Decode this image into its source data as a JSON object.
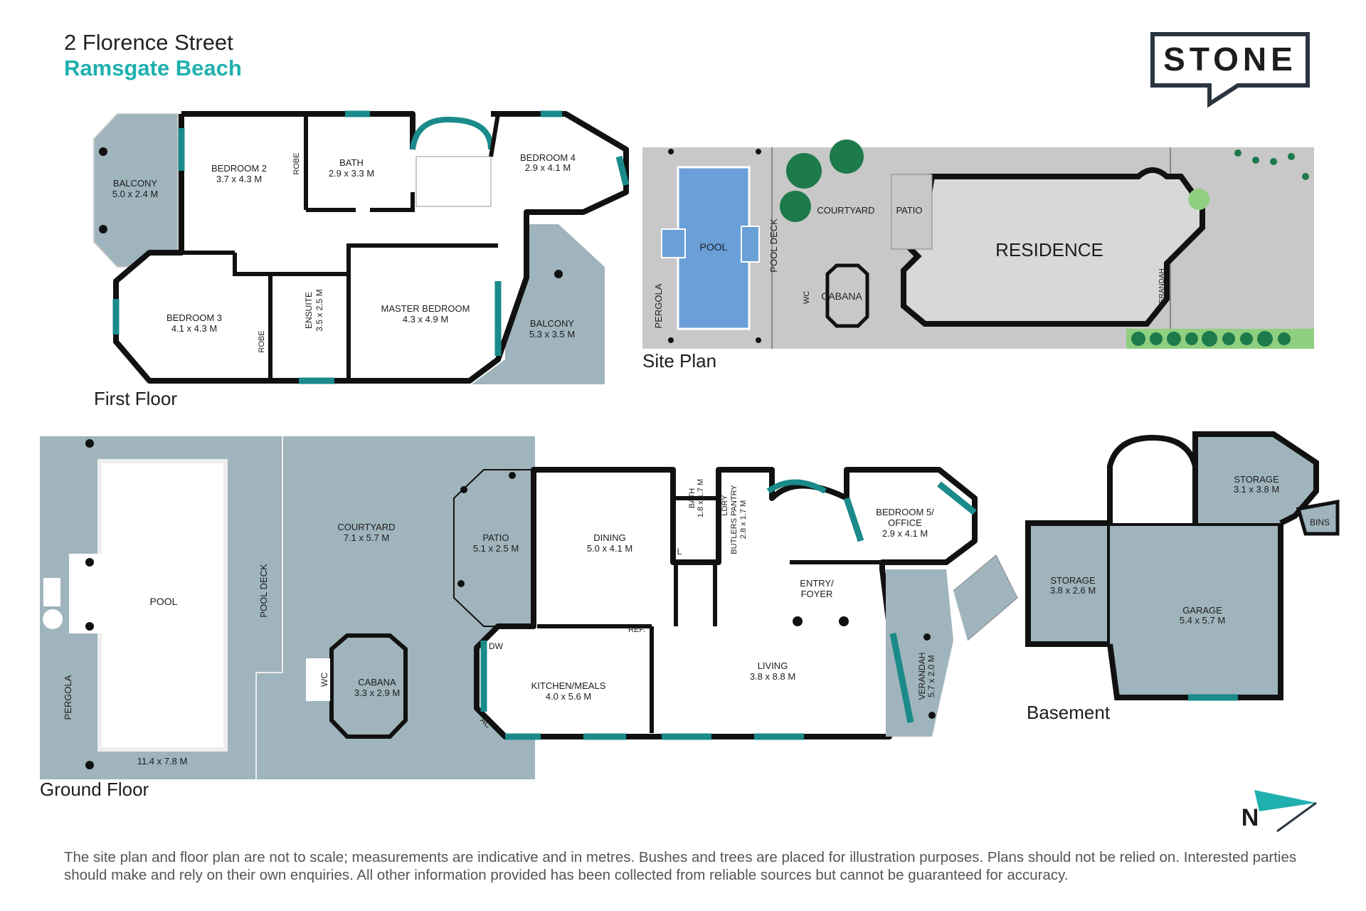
{
  "header": {
    "address_line1": "2 Florence Street",
    "address_line2": "Ramsgate Beach"
  },
  "logo": {
    "text": "STONE"
  },
  "north": {
    "label": "N"
  },
  "colors": {
    "room": "#9fb4bc",
    "teal": "#1a8a8a",
    "wall": "#111111",
    "accent": "#1fb0b0",
    "pool": "#6a9fd8",
    "site_bg": "#c8c8c8",
    "garden": "#8fcf7f",
    "tree": "#1d7a4a"
  },
  "sections": {
    "first_floor": "First Floor",
    "site_plan": "Site Plan",
    "ground_floor": "Ground  Floor",
    "basement": "Basement"
  },
  "first_floor": {
    "balcony_w": {
      "name": "BALCONY",
      "dims": "5.0 x 2.4 M"
    },
    "bedroom2": {
      "name": "BEDROOM 2",
      "dims": "3.7 x 4.3 M"
    },
    "robe1": "ROBE",
    "bath": {
      "name": "BATH",
      "dims": "2.9 x 3.3 M"
    },
    "bedroom4": {
      "name": "BEDROOM 4",
      "dims": "2.9 x 4.1 M"
    },
    "bedroom3": {
      "name": "BEDROOM 3",
      "dims": "4.1 x 4.3 M"
    },
    "robe2": "ROBE",
    "ensuite": {
      "name": "ENSUITE",
      "dims": "3.5 x 2.5 M"
    },
    "master": {
      "name": "MASTER BEDROOM",
      "dims": "4.3 x 4.9 M"
    },
    "balcony_e": {
      "name": "BALCONY",
      "dims": "5.3 x 3.5 M"
    }
  },
  "site_plan": {
    "pool": "POOL",
    "pool_deck": "POOL DECK",
    "pergola": "PERGOLA",
    "courtyard": "COURTYARD",
    "patio": "PATIO",
    "residence": "RESIDENCE",
    "wc": "WC",
    "cabana": "CABANA",
    "verandah": "VERANDAH"
  },
  "ground_floor": {
    "pool": "POOL",
    "pool_dims": "11.4 x 7.8 M",
    "pool_deck": "POOL DECK",
    "pergola": "PERGOLA",
    "courtyard": {
      "name": "COURTYARD",
      "dims": "7.1 x 5.7 M"
    },
    "wc": "WC",
    "cabana": {
      "name": "CABANA",
      "dims": "3.3 x 2.9 M"
    },
    "patio": {
      "name": "PATIO",
      "dims": "5.1 x 2.5 M"
    },
    "dining": {
      "name": "DINING",
      "dims": "5.0 x 4.1 M"
    },
    "bath": {
      "name": "BATH",
      "dims": "1.8 x 1.7 M"
    },
    "laundry": "L",
    "ldry_butlers": {
      "name1": "LDRY",
      "name2": "BUTLERS PANTRY",
      "dims": "2.8 x 1.7 M"
    },
    "bedroom5": {
      "name1": "BEDROOM 5/",
      "name2": "OFFICE",
      "dims": "2.9 x 4.1 M"
    },
    "entry": {
      "name1": "ENTRY/",
      "name2": "FOYER"
    },
    "kitchen": {
      "name": "KITCHEN/MEALS",
      "dims": "4.0 x 5.6 M"
    },
    "dw": "DW",
    "ref": "REF.",
    "ac": "AC",
    "living": {
      "name": "LIVING",
      "dims": "3.8 x 8.8 M"
    },
    "verandah": {
      "name": "VERANDAH",
      "dims": "5.7 x 2.0 M"
    }
  },
  "basement": {
    "storage1": {
      "name": "STORAGE",
      "dims": "3.1 x 3.8 M"
    },
    "bins": "BINS",
    "storage2": {
      "name": "STORAGE",
      "dims": "3.8 x 2.6 M"
    },
    "garage": {
      "name": "GARAGE",
      "dims": "5.4 x 5.7 M"
    }
  },
  "disclaimer": "The site plan and floor plan are not to scale; measurements are indicative and in metres. Bushes and trees are placed for illustration purposes. Plans should not be relied on. Interested parties should make and rely on their own enquiries. All other information provided has been collected from reliable sources but cannot be guaranteed for accuracy."
}
